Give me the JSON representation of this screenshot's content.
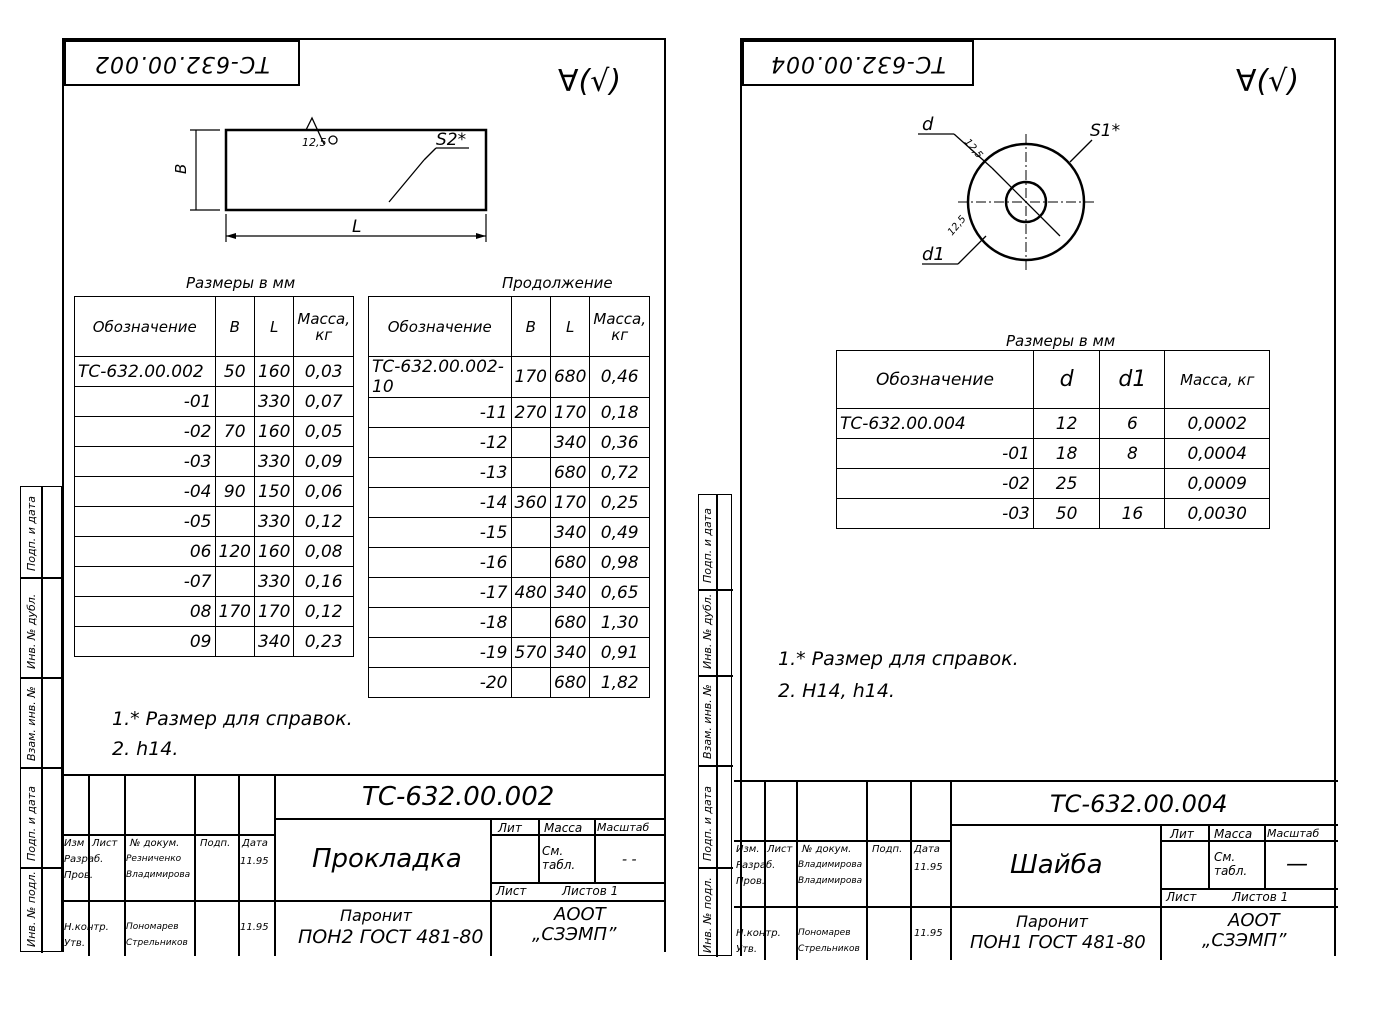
{
  "left": {
    "top_stamp": "ТС-632.00.002",
    "roughness": "∀(√)",
    "drawing": {
      "rough_mark": "12,5",
      "thickness_label": "S2*",
      "width_label": "B",
      "length_label": "L"
    },
    "table_caption": "Размеры в мм",
    "continuation_caption": "Продолжение",
    "headers": {
      "designation": "Обозначение",
      "b": "B",
      "l": "L",
      "mass": "Масса, кг"
    },
    "rows_left": [
      {
        "designation": "ТС-632.00.002",
        "b": "50",
        "l": "160",
        "mass": "0,03"
      },
      {
        "designation": "-01",
        "b": "",
        "l": "330",
        "mass": "0,07"
      },
      {
        "designation": "-02",
        "b": "70",
        "l": "160",
        "mass": "0,05"
      },
      {
        "designation": "-03",
        "b": "",
        "l": "330",
        "mass": "0,09"
      },
      {
        "designation": "-04",
        "b": "90",
        "l": "150",
        "mass": "0,06"
      },
      {
        "designation": "-05",
        "b": "",
        "l": "330",
        "mass": "0,12"
      },
      {
        "designation": "06",
        "b": "120",
        "l": "160",
        "mass": "0,08"
      },
      {
        "designation": "-07",
        "b": "",
        "l": "330",
        "mass": "0,16"
      },
      {
        "designation": "08",
        "b": "170",
        "l": "170",
        "mass": "0,12"
      },
      {
        "designation": "09",
        "b": "",
        "l": "340",
        "mass": "0,23"
      }
    ],
    "rows_right": [
      {
        "designation": "ТС-632.00.002-10",
        "b": "170",
        "l": "680",
        "mass": "0,46"
      },
      {
        "designation": "-11",
        "b": "270",
        "l": "170",
        "mass": "0,18"
      },
      {
        "designation": "-12",
        "b": "",
        "l": "340",
        "mass": "0,36"
      },
      {
        "designation": "-13",
        "b": "",
        "l": "680",
        "mass": "0,72"
      },
      {
        "designation": "-14",
        "b": "360",
        "l": "170",
        "mass": "0,25"
      },
      {
        "designation": "-15",
        "b": "",
        "l": "340",
        "mass": "0,49"
      },
      {
        "designation": "-16",
        "b": "",
        "l": "680",
        "mass": "0,98"
      },
      {
        "designation": "-17",
        "b": "480",
        "l": "340",
        "mass": "0,65"
      },
      {
        "designation": "-18",
        "b": "",
        "l": "680",
        "mass": "1,30"
      },
      {
        "designation": "-19",
        "b": "570",
        "l": "340",
        "mass": "0,91"
      },
      {
        "designation": "-20",
        "b": "",
        "l": "680",
        "mass": "1,82"
      }
    ],
    "notes": [
      "1.* Размер для справок.",
      "2. h14."
    ],
    "title_block": {
      "code": "ТС-632.00.002",
      "name": "Прокладка",
      "material_1": "Паронит",
      "material_2": "ПОН2 ГОСТ 481-80",
      "org_1": "АООТ",
      "org_2": "„СЗЭМП”",
      "lit": "Лит",
      "massa": "Масса",
      "masshtab": "Масштаб",
      "mass_val": "См. табл.",
      "scale_val": "- -",
      "list": "Лист",
      "listov": "Листов 1",
      "cols": [
        "Изм",
        "Лист",
        "№ докум.",
        "Подп.",
        "Дата"
      ],
      "roles": [
        "Разраб.",
        "Пров.",
        "Н.контр.",
        "Утв."
      ],
      "names": [
        "Резниченко",
        "Владимирова",
        "Пономарев",
        "Стрельников"
      ],
      "date": "11.95"
    },
    "side_labels": [
      "Инв. № подл.",
      "Подп. и дата",
      "Взам. инв. №",
      "Инв. № дубл.",
      "Подп. и дата"
    ]
  },
  "right": {
    "top_stamp": "ТС-632.00.004",
    "roughness": "∀(√)",
    "drawing": {
      "d_label": "d",
      "d1_label": "d1",
      "rough_mark": "12,5",
      "rough_mark_2": "12,5",
      "thickness_label": "S1*"
    },
    "table_caption": "Размеры в мм",
    "headers": {
      "designation": "Обозначение",
      "d": "d",
      "d1": "d1",
      "mass": "Масса, кг"
    },
    "rows": [
      {
        "designation": "ТС-632.00.004",
        "d": "12",
        "d1": "6",
        "mass": "0,0002"
      },
      {
        "designation": "-01",
        "d": "18",
        "d1": "8",
        "mass": "0,0004"
      },
      {
        "designation": "-02",
        "d": "25",
        "d1": "",
        "mass": "0,0009"
      },
      {
        "designation": "-03",
        "d": "50",
        "d1": "16",
        "mass": "0,0030"
      }
    ],
    "notes": [
      "1.* Размер для справок.",
      "2. H14, h14."
    ],
    "title_block": {
      "code": "ТС-632.00.004",
      "name": "Шайба",
      "material_1": "Паронит",
      "material_2": "ПОН1 ГОСТ 481-80",
      "org_1": "АООТ",
      "org_2": "„СЗЭМП”",
      "lit": "Лит",
      "massa": "Масса",
      "masshtab": "Масштаб",
      "mass_val": "См. табл.",
      "scale_val": "—",
      "list": "Лист",
      "listov": "Листов 1",
      "cols": [
        "Изм.",
        "Лист",
        "№ докум.",
        "Подп.",
        "Дата"
      ],
      "roles": [
        "Разраб.",
        "Пров.",
        "Н.контр.",
        "Утв."
      ],
      "names": [
        "Владимирова",
        "Владимирова",
        "Пономарев",
        "Стрельников"
      ],
      "date": "11.95"
    },
    "side_labels": [
      "Инв. № подл.",
      "Подп. и дата",
      "Взам. инв. №",
      "Инв. № дубл.",
      "Подп. и дата"
    ]
  }
}
